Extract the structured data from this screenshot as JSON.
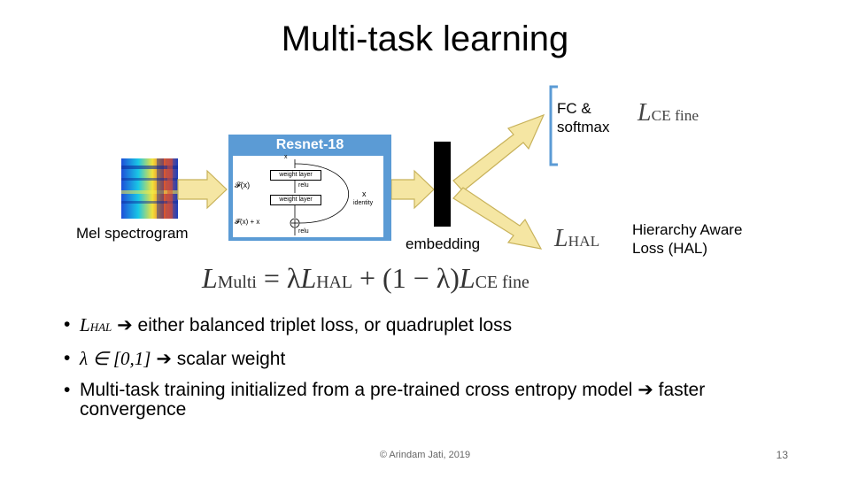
{
  "slide": {
    "title": "Multi-task learning",
    "footer": "© Arindam Jati, 2019",
    "page_number": "13"
  },
  "diagram": {
    "input_label": "Mel spectrogram",
    "resnet": {
      "title": "Resnet-18",
      "block_top": "weight layer",
      "block_bottom": "weight layer",
      "relu_mid": "relu",
      "relu_out": "relu",
      "fx": "𝓕(x)",
      "fx_plus_x": "𝓕(x) + x",
      "x_top": "x",
      "x_identity": "x",
      "identity": "identity"
    },
    "embedding_label": "embedding",
    "fc_label": "FC &\nsoftmax",
    "hal_label": "Hierarchy Aware\nLoss (HAL)",
    "l_ce_fine": {
      "main": "L",
      "sub": "CE fine"
    },
    "l_hal": {
      "main": "L",
      "sub": "HAL"
    },
    "equation": {
      "lhs": "L",
      "lhs_sub": "Multi",
      "eq": " = λ",
      "t1": "L",
      "t1_sub": "HAL",
      "mid": " + (1 − λ)",
      "t2": "L",
      "t2_sub": "CE fine"
    }
  },
  "bullets": [
    {
      "math": "L",
      "math_sub": "HAL",
      "text": " ➔ either balanced triplet loss, or quadruplet loss"
    },
    {
      "math": "λ ∈ [0,1]",
      "text": " ➔ scalar weight"
    },
    {
      "text": "Multi-task training initialized from a pre-trained cross entropy model ➔ faster convergence"
    }
  ],
  "colors": {
    "arrow_fill": "#f5e6a3",
    "arrow_stroke": "#c8b25a",
    "resnet_bg": "#5b9bd5",
    "bracket": "#5b9bd5",
    "embedding_bar": "#000000"
  }
}
